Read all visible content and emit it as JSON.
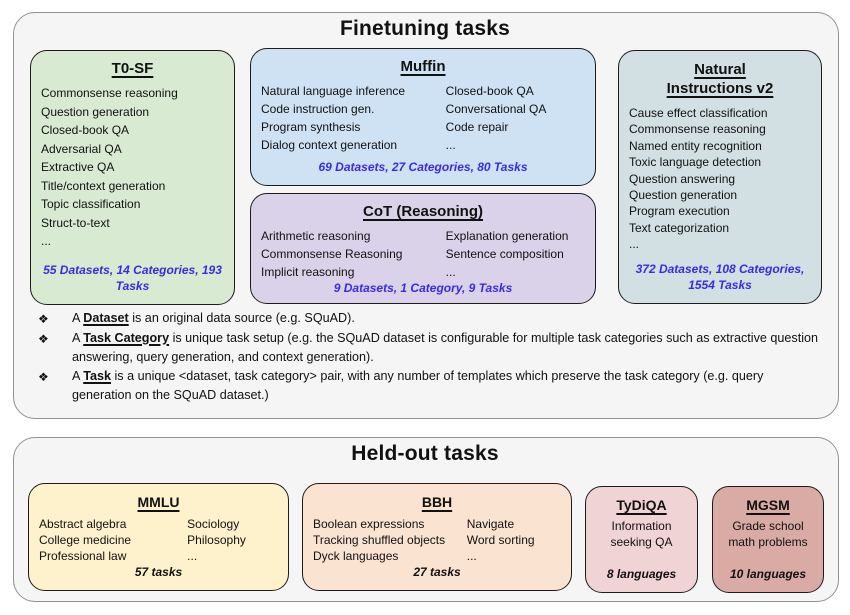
{
  "colors": {
    "t0sf_bg": "#d9ead3",
    "muffin_bg": "#cfe2f3",
    "cot_bg": "#d9d2e9",
    "niv2_bg": "#d2e0e3",
    "mmlu_bg": "#fef2cc",
    "bbh_bg": "#fae3d0",
    "tydiqa_bg": "#f0d3d5",
    "mgsm_bg": "#d9aba4",
    "stats_text": "#3a2be0",
    "container_bg": "#f5f5f5"
  },
  "finetuning": {
    "title": "Finetuning tasks",
    "bullet_glyph": "❖",
    "boxes": {
      "t0sf": {
        "title": "T0-SF",
        "items": [
          "Commonsense reasoning",
          "Question generation",
          "Closed-book QA",
          "Adversarial QA",
          "Extractive QA",
          "Title/context generation",
          "Topic classification",
          "Struct-to-text",
          "..."
        ],
        "stats": "55 Datasets, 14 Categories, 193 Tasks"
      },
      "muffin": {
        "title": "Muffin",
        "col1": [
          "Natural language inference",
          "Code instruction gen.",
          "Program synthesis",
          "Dialog context generation"
        ],
        "col2": [
          "Closed-book QA",
          "Conversational QA",
          "Code repair",
          "..."
        ],
        "stats": "69 Datasets, 27 Categories, 80 Tasks"
      },
      "cot": {
        "title": "CoT (Reasoning)",
        "col1": [
          "Arithmetic reasoning",
          "Commonsense Reasoning",
          "Implicit reasoning"
        ],
        "col2": [
          "Explanation generation",
          "Sentence composition",
          "..."
        ],
        "stats": "9 Datasets, 1 Category, 9 Tasks"
      },
      "niv2": {
        "title_line1": "Natural",
        "title_line2": "Instructions v2",
        "items": [
          "Cause effect classification",
          "Commonsense reasoning",
          "Named entity recognition",
          "Toxic language detection",
          "Question answering",
          "Question generation",
          "Program execution",
          "Text categorization",
          "..."
        ],
        "stats": "372 Datasets, 108 Categories, 1554 Tasks"
      }
    },
    "notes": [
      {
        "lead": "A ",
        "term": "Dataset",
        "rest": " is an original data source (e.g. SQuAD)."
      },
      {
        "lead": "A ",
        "term": "Task Category",
        "rest": " is unique task setup (e.g. the SQuAD dataset is configurable for multiple task categories such as extractive question answering, query generation, and context generation)."
      },
      {
        "lead": "A ",
        "term": "Task",
        "rest": " is a unique <dataset, task category> pair, with any number of templates which preserve the task category (e.g. query generation on the SQuAD dataset.)"
      }
    ]
  },
  "heldout": {
    "title": "Held-out tasks",
    "boxes": {
      "mmlu": {
        "title": "MMLU",
        "col1": [
          "Abstract algebra",
          "College medicine",
          "Professional law"
        ],
        "col2": [
          "Sociology",
          "Philosophy",
          "..."
        ],
        "stats": "57 tasks"
      },
      "bbh": {
        "title": "BBH",
        "col1": [
          "Boolean expressions",
          "Tracking shuffled objects",
          "Dyck languages"
        ],
        "col2": [
          "Navigate",
          "Word sorting",
          "..."
        ],
        "stats": "27 tasks"
      },
      "tydiqa": {
        "title": "TyDiQA",
        "body": "Information seeking QA",
        "stats": "8 languages"
      },
      "mgsm": {
        "title": "MGSM",
        "body": "Grade school math problems",
        "stats": "10 languages"
      }
    }
  }
}
